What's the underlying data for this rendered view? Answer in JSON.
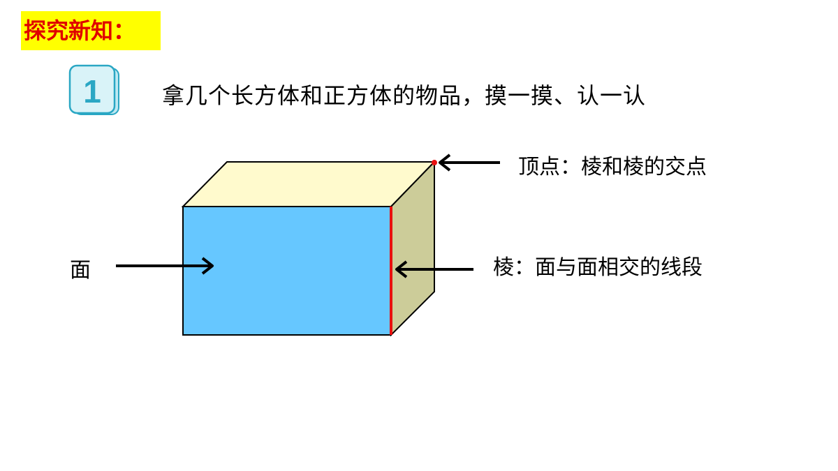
{
  "header": {
    "title": "探究新知："
  },
  "task": {
    "number": "1",
    "text": "拿几个长方体和正方体的物品，摸一摸、认一认"
  },
  "labels": {
    "vertex": "顶点：棱和棱的交点",
    "edge": "棱：面与面相交的线段",
    "face": "面"
  },
  "colors": {
    "title_bg": "#ffff00",
    "title_text": "#e00000",
    "front_face": "#66c7ff",
    "top_face": "#fffacd",
    "side_face": "#cccc99",
    "highlight_edge": "#e81010",
    "badge": "#2aa7c4"
  },
  "icons": {
    "vertex_arrow": "arrow-left-icon",
    "edge_arrow": "arrow-left-icon",
    "face_arrow": "arrow-right-icon"
  }
}
